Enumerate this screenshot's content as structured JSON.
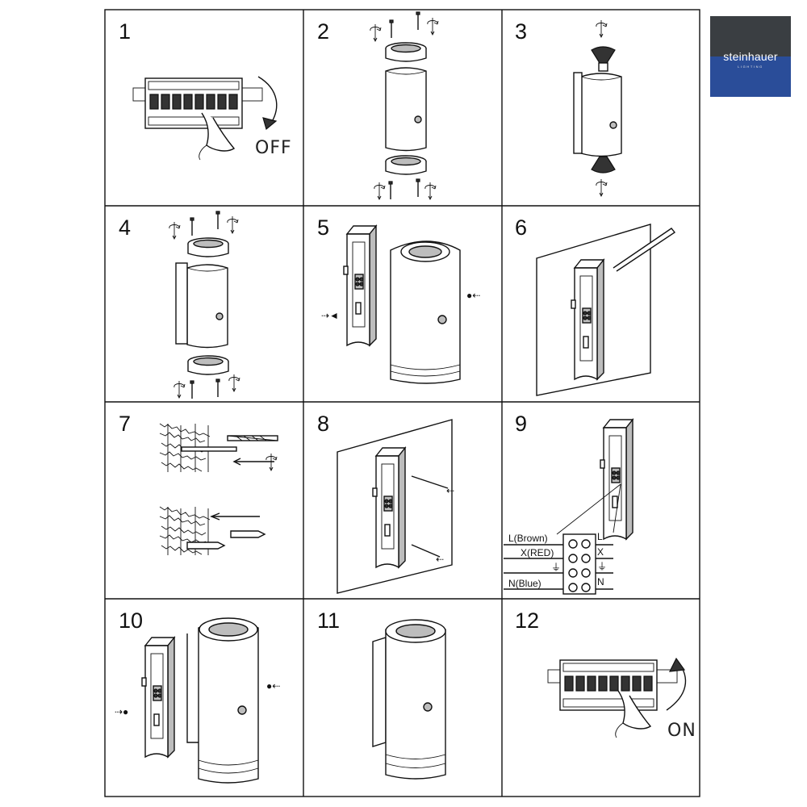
{
  "logo": {
    "brand": "steinhauer",
    "tagline": "LIGHTING",
    "top_color": "#3a3e42",
    "bottom_color": "#2a4d99"
  },
  "steps": [
    "1",
    "2",
    "3",
    "4",
    "5",
    "6",
    "7",
    "8",
    "9",
    "10",
    "11",
    "12"
  ],
  "step1": {
    "switch_label": "OFF"
  },
  "step12": {
    "switch_label": "ON"
  },
  "step9": {
    "wires": [
      "L(Brown)",
      "X(RED)",
      "⏚",
      "N(Blue)"
    ],
    "terminals": [
      "L",
      "X",
      "⏚",
      "N"
    ]
  }
}
